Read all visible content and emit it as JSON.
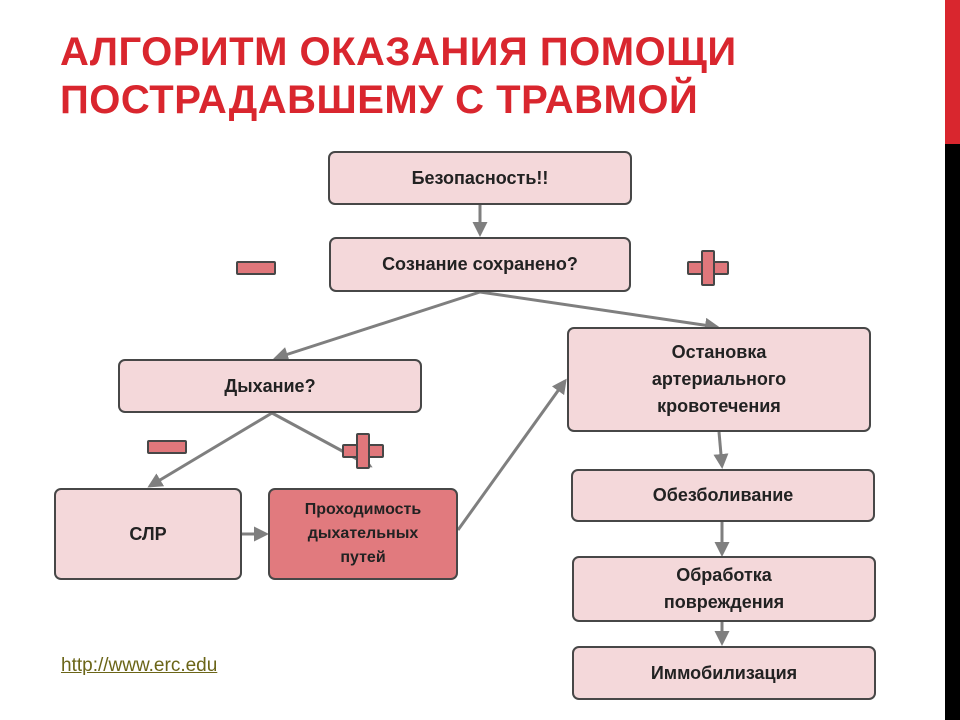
{
  "title": {
    "line1": "АЛГОРИТМ ОКАЗАНИЯ ПОМОЩИ",
    "line2": "ПОСТРАДАВШЕМУ С ТРАВМОЙ"
  },
  "colors": {
    "accent": "#d9262e",
    "box_fill": "#f4d8da",
    "box_fill_highlight": "#e17a7e",
    "box_border": "#474747",
    "arrow": "#7f7f7f",
    "sign_fill": "#e0777b",
    "link": "#6b6518"
  },
  "boxes": {
    "safety": "Безопасность!!",
    "consciousness": "Сознание сохранено?",
    "breathing": "Дыхание?",
    "cpr": "СЛР",
    "airway": "Проходимость\nдыхательных\nпутей",
    "bleeding": "Остановка\nартериального\nкровотечения",
    "analgesia": "Обезболивание",
    "wound_care": "Обработка\nповреждения",
    "immobilization": "Иммобилизация"
  },
  "signs": [
    "minus",
    "plus",
    "minus",
    "plus"
  ],
  "link": "http://www.erc.edu"
}
